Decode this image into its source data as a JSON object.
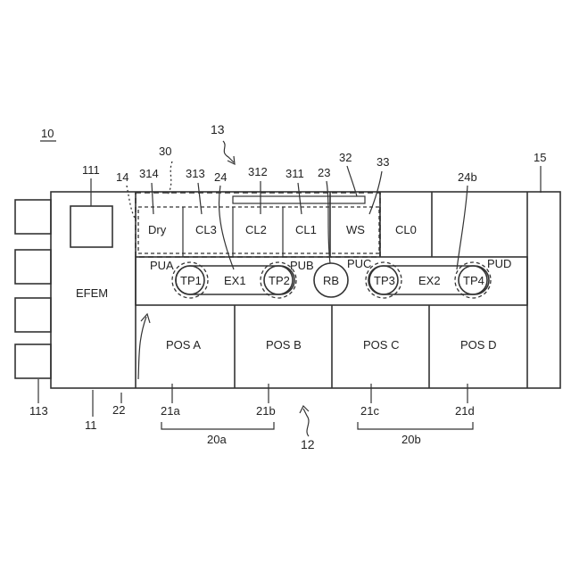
{
  "figure": {
    "ref_system": "10",
    "ref_efem_block": "11",
    "ref_process_block": "12",
    "ref_unit_row": "13",
    "ref_dashed_region": "14",
    "ref_right_block": "15",
    "ref_transfer_path": "22",
    "ref_ex1_region": "24",
    "ref_ex2_region": "24b",
    "ref_rb": "23",
    "ref_30": "30",
    "ref_32": "32",
    "ref_33": "33",
    "ref_111": "111",
    "ref_113": "113",
    "ref_311": "311",
    "ref_312": "312",
    "ref_313": "313",
    "ref_314": "314",
    "ref_21a": "21a",
    "ref_21b": "21b",
    "ref_21c": "21c",
    "ref_21d": "21d",
    "ref_20a": "20a",
    "ref_20b": "20b"
  },
  "units": {
    "efem": "EFEM",
    "dry": "Dry",
    "cl3": "CL3",
    "cl2": "CL2",
    "cl1": "CL1",
    "ws": "WS",
    "cl0": "CL0",
    "tp1": "TP1",
    "ex1": "EX1",
    "tp2": "TP2",
    "rb": "RB",
    "tp3": "TP3",
    "ex2": "EX2",
    "tp4": "TP4",
    "pua": "PUA",
    "pub": "PUB",
    "puc": "PUC",
    "pud": "PUD",
    "pos_a": "POS A",
    "pos_b": "POS B",
    "pos_c": "POS C",
    "pos_d": "POS D"
  }
}
